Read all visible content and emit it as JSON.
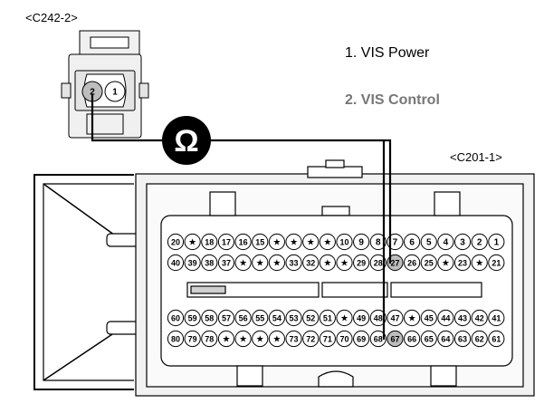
{
  "labels": {
    "connector_a": "<C242-2>",
    "connector_b": "<C201-1>",
    "legend_1": "1. VIS Power",
    "legend_2": "2. VIS Control"
  },
  "meter_symbol": "Ω",
  "connector_a_pins": [
    "2",
    "1"
  ],
  "connector_b_rows": [
    [
      "20",
      "★",
      "18",
      "17",
      "16",
      "15",
      "★",
      "★",
      "★",
      "★",
      "10",
      "9",
      "8",
      "7",
      "6",
      "5",
      "4",
      "3",
      "2",
      "1"
    ],
    [
      "40",
      "39",
      "38",
      "37",
      "★",
      "★",
      "★",
      "33",
      "32",
      "★",
      "★",
      "29",
      "28",
      "27",
      "26",
      "25",
      "★",
      "23",
      "★",
      "21"
    ],
    [
      "60",
      "59",
      "58",
      "57",
      "56",
      "55",
      "54",
      "53",
      "52",
      "51",
      "★",
      "49",
      "48",
      "47",
      "★",
      "45",
      "44",
      "43",
      "42",
      "41"
    ],
    [
      "80",
      "79",
      "78",
      "★",
      "★",
      "★",
      "★",
      "73",
      "72",
      "71",
      "70",
      "69",
      "68",
      "67",
      "66",
      "65",
      "64",
      "63",
      "62",
      "61"
    ]
  ],
  "highlight_pins": [
    "2",
    "27",
    "67"
  ]
}
